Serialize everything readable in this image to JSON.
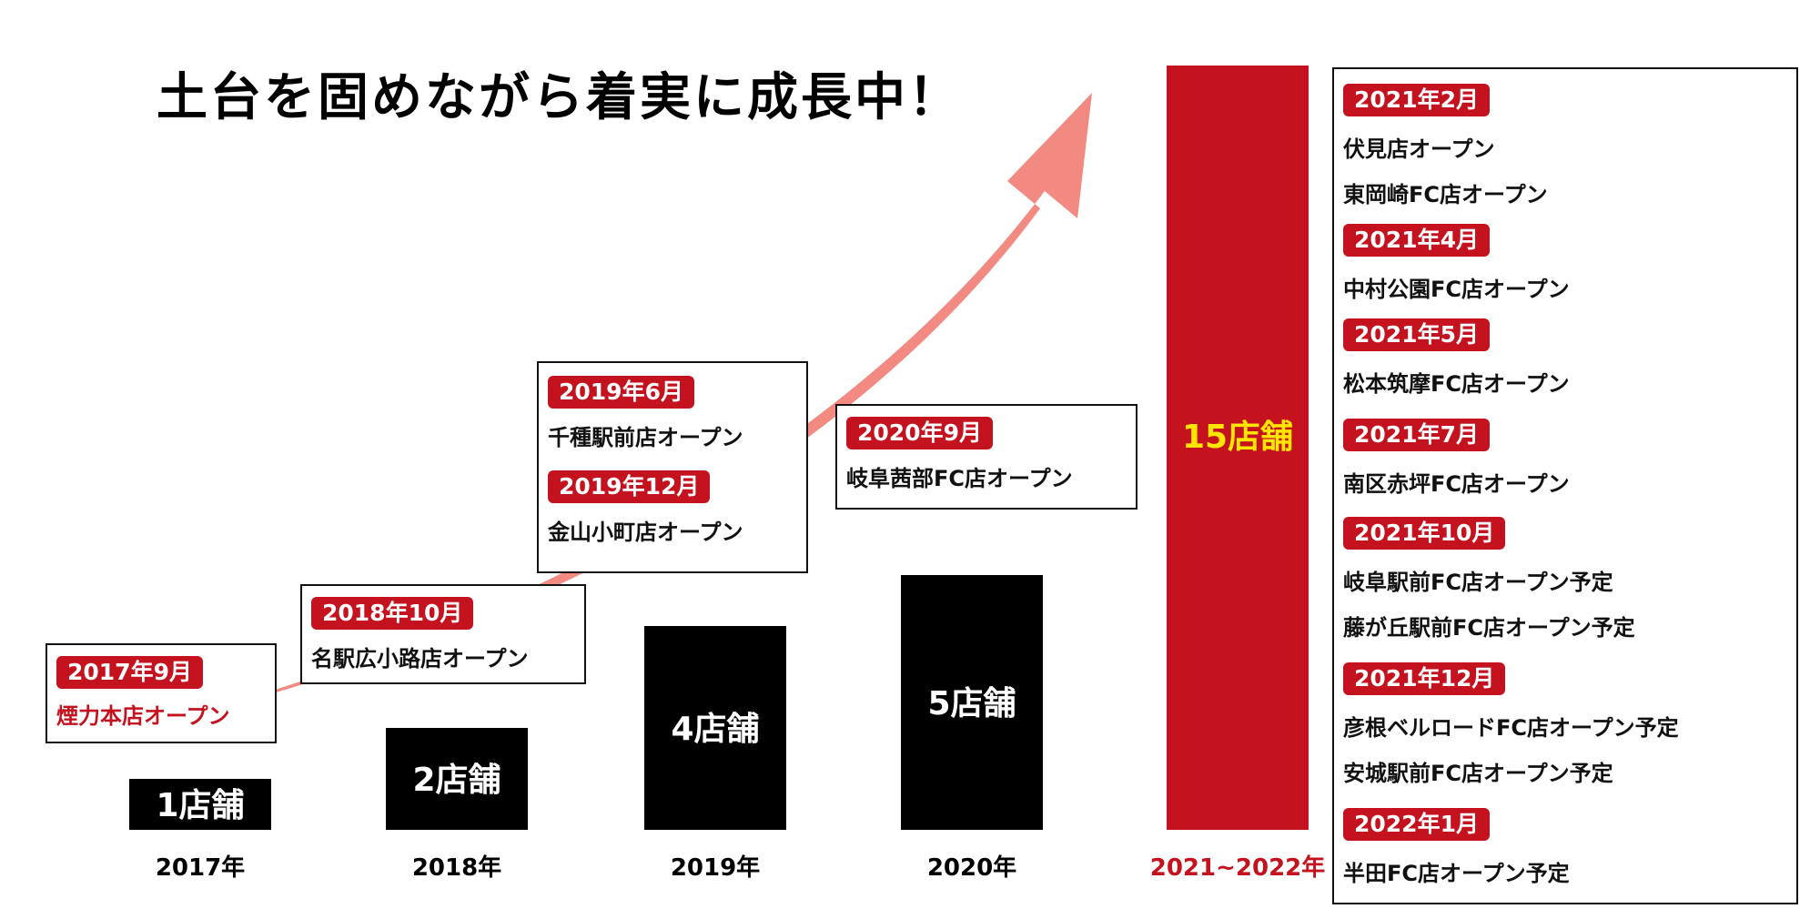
{
  "headline": "土台を固めながら着実に成長中！",
  "colors": {
    "accent": "#c5121f",
    "arrow": "#f28a82",
    "bar": "#000000",
    "highlight_text": "#ffe600"
  },
  "chart_data": {
    "type": "bar",
    "categories": [
      "2017年",
      "2018年",
      "2019年",
      "2020年",
      "2021~2022年"
    ],
    "values": [
      1,
      2,
      4,
      5,
      15
    ],
    "value_labels": [
      "1店舗",
      "2店舗",
      "4店舗",
      "5店舗",
      "15店舗"
    ],
    "unit": "店舗",
    "highlight_index": 4,
    "bar_colors": [
      "#000000",
      "#000000",
      "#000000",
      "#000000",
      "#c5121f"
    ],
    "ylim": [
      0,
      15
    ],
    "grid": false,
    "annotation": "upward arrow trend from 2017 to 2021"
  },
  "events": [
    {
      "year": "2017",
      "items": [
        {
          "date": "2017年9月",
          "stores": [
            "煙力本店オープン"
          ]
        }
      ]
    },
    {
      "year": "2018",
      "items": [
        {
          "date": "2018年10月",
          "stores": [
            "名駅広小路店オープン"
          ]
        }
      ]
    },
    {
      "year": "2019",
      "items": [
        {
          "date": "2019年6月",
          "stores": [
            "千種駅前店オープン"
          ]
        },
        {
          "date": "2019年12月",
          "stores": [
            "金山小町店オープン"
          ]
        }
      ]
    },
    {
      "year": "2020",
      "items": [
        {
          "date": "2020年9月",
          "stores": [
            "岐阜茜部FC店オープン"
          ]
        }
      ]
    },
    {
      "year": "2021-2022",
      "items": [
        {
          "date": "2021年2月",
          "stores": [
            "伏見店オープン",
            "東岡崎FC店オープン"
          ]
        },
        {
          "date": "2021年4月",
          "stores": [
            "中村公園FC店オープン"
          ]
        },
        {
          "date": "2021年5月",
          "stores": [
            "松本筑摩FC店オープン"
          ]
        },
        {
          "date": "2021年7月",
          "stores": [
            "南区赤坪FC店オープン"
          ]
        },
        {
          "date": "2021年10月",
          "stores": [
            "岐阜駅前FC店オープン予定",
            "藤が丘駅前FC店オープン予定"
          ]
        },
        {
          "date": "2021年12月",
          "stores": [
            "彦根ベルロードFC店オープン予定",
            "安城駅前FC店オープン予定"
          ]
        },
        {
          "date": "2022年1月",
          "stores": [
            "半田FC店オープン予定"
          ]
        }
      ]
    }
  ]
}
